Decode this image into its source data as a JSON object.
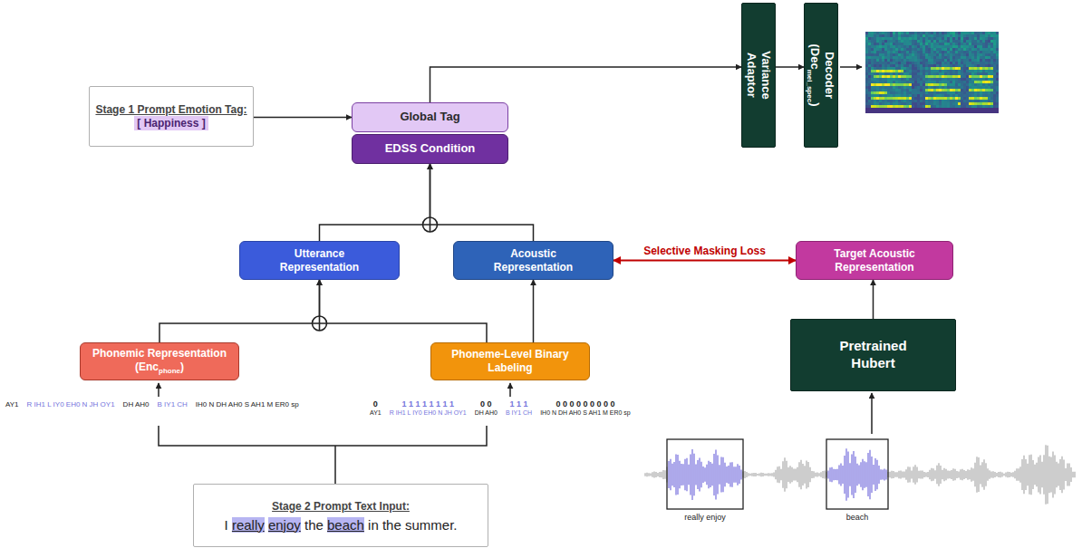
{
  "diagram": {
    "nodes": [
      {
        "text": [
          "Stage 1 Prompt Emotion Tag:",
          "[ Happiness ]"
        ]
      },
      {
        "text": [
          "Global Tag"
        ]
      },
      {
        "text": [
          "EDSS Condition"
        ]
      },
      {
        "text": [
          "Variance Adaptor"
        ]
      },
      {
        "text": [
          "Decoder",
          "(Dec",
          "mel_spec",
          ")"
        ]
      },
      {
        "text": [
          "Utterance Representation"
        ]
      },
      {
        "text": [
          "Acoustic Representation"
        ]
      },
      {
        "text": [
          "Target Acoustic Representation"
        ]
      },
      {
        "text": [
          "Pretrained Hubert"
        ]
      },
      {
        "text": [
          "Phonemic Representation",
          "(Enc",
          "phone",
          ")"
        ]
      },
      {
        "text": [
          "Phoneme-Level Binary Labeling"
        ]
      },
      {
        "text": [
          "Stage 2 Prompt Text Input:",
          "I",
          "really",
          "enjoy",
          "the",
          "beach",
          "in the summer."
        ]
      }
    ],
    "edges": [
      {
        "from": 0,
        "to": 1,
        "arrow": "to"
      },
      {
        "from": 1,
        "to": 3,
        "arrow": "to"
      },
      {
        "from": 3,
        "to": 4,
        "arrow": "to"
      },
      {
        "from": 5,
        "to": 2,
        "arrow": "to"
      },
      {
        "from": 6,
        "to": 2,
        "arrow": "to"
      },
      {
        "from": 9,
        "to": 5,
        "arrow": "to"
      },
      {
        "from": 10,
        "to": 5,
        "arrow": "to"
      },
      {
        "from": 10,
        "to": 6,
        "arrow": "to"
      },
      {
        "from": 6,
        "to": 7,
        "label": "Selective Masking Loss",
        "arrow": "both"
      },
      {
        "from": 8,
        "to": 7,
        "arrow": "to"
      }
    ],
    "labels": [
      "AY1",
      "R IH1 L IY0 EH0 N JH OY1",
      "DH AH0",
      "B IY1 CH",
      "IH0 N DH AH0 S AH1 M ER0 sp",
      "0",
      "1 1 1 1 1 1 1 1",
      "0 0",
      "1 1 1",
      "0 0 0 0 0 0 0 0 0",
      "AY1",
      "R IH1 L IY0 EH0 N JH OY1",
      "DH AH0",
      "B IY1 CH",
      "IH0 N DH AH0 S AH1 M ER0 sp",
      "really enjoy",
      "beach"
    ]
  }
}
